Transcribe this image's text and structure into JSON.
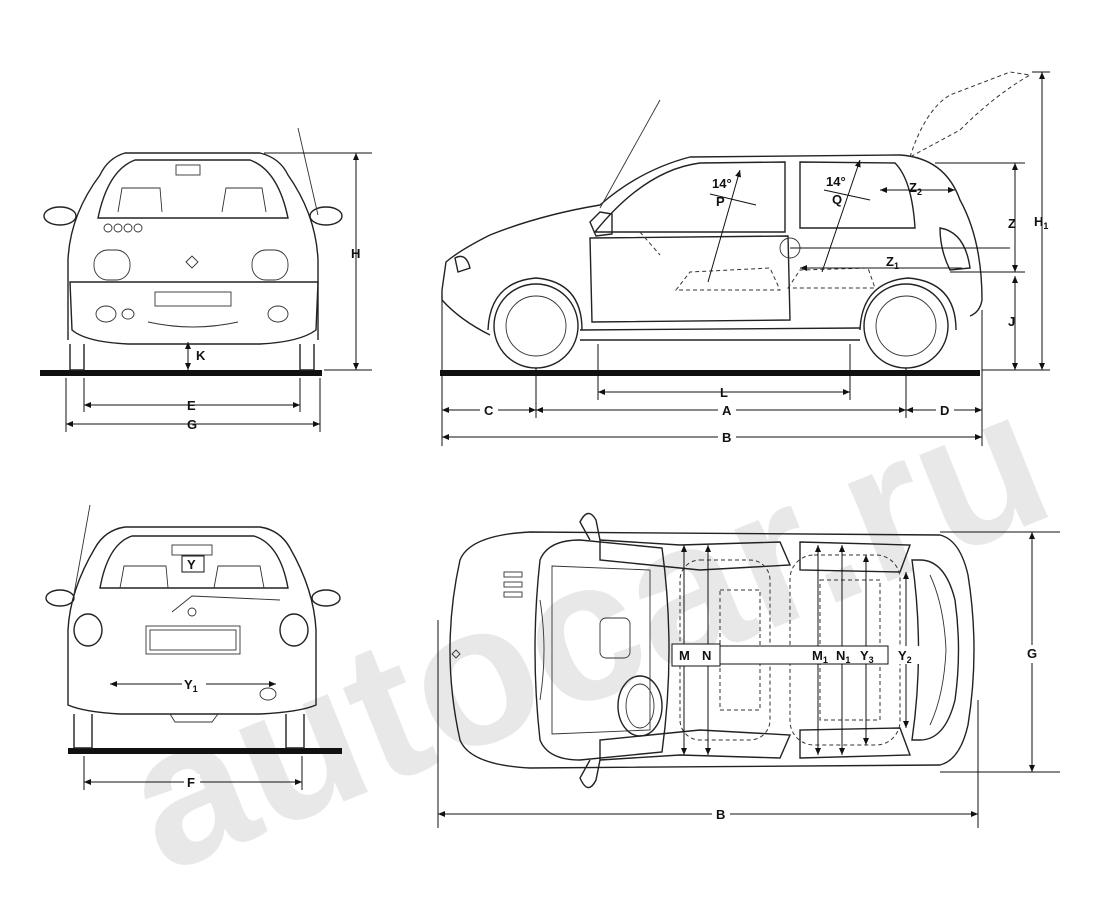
{
  "watermark": "autocar.ru",
  "views": {
    "front": {
      "labels": {
        "H": "H",
        "K": "K",
        "E": "E",
        "G": "G"
      }
    },
    "side": {
      "angle_p": "14°",
      "angle_q": "14°",
      "labels": {
        "P": "P",
        "Q": "Q",
        "Z": "Z",
        "Z1": "Z",
        "Z1_sub": "1",
        "Z2": "Z",
        "Z2_sub": "2",
        "H1": "H",
        "H1_sub": "1",
        "J": "J",
        "L": "L",
        "C": "C",
        "A": "A",
        "D": "D",
        "B": "B"
      }
    },
    "rear": {
      "labels": {
        "Y": "Y",
        "Y1": "Y",
        "Y1_sub": "1",
        "F": "F"
      }
    },
    "top": {
      "labels": {
        "M": "M",
        "N": "N",
        "M1": "M",
        "M1_sub": "1",
        "N1": "N",
        "N1_sub": "1",
        "Y3": "Y",
        "Y3_sub": "3",
        "Y2": "Y",
        "Y2_sub": "2",
        "G": "G",
        "B": "B"
      }
    }
  }
}
